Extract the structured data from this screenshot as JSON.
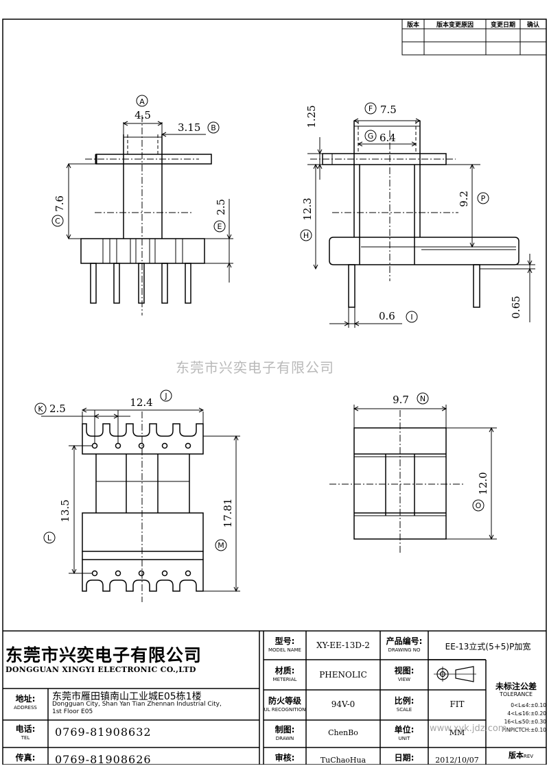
{
  "revision_table": {
    "headers": [
      "版本",
      "版本变更原因",
      "变更日期",
      "确认"
    ]
  },
  "dimensions": {
    "a_value": "4.5",
    "a_marker": "A",
    "b_value": "3.15",
    "b_marker": "B",
    "c_value": "7.6",
    "c_marker": "C",
    "e_value": "2.5",
    "e_marker": "E",
    "f_value": "7.5",
    "f_marker": "F",
    "g_value": "6.4",
    "g_marker": "G",
    "top_value": "1.25",
    "h_value": "12.3",
    "h_marker": "H",
    "p_value": "9.2",
    "p_marker": "P",
    "i_value": "0.6",
    "i_marker": "I",
    "side_pin_value": "0.65",
    "k_value": "2.5",
    "k_marker": "K",
    "j_value": "12.4",
    "j_marker": "J",
    "l_value": "13.5",
    "l_marker": "L",
    "m_value": "17.81",
    "m_marker": "M",
    "n_value": "9.7",
    "n_marker": "N",
    "o_value": "12.0",
    "o_marker": "O"
  },
  "watermark": "东莞市兴奕电子有限公司",
  "watermark2": "www.xyk.jdz.com",
  "title_block": {
    "company_name": "东莞市兴奕电子有限公司",
    "company_name_en": "DONGGUAN XINGYI ELECTRONIC CO.,LTD",
    "address_label": "地址:",
    "address_label_en": "ADDRESS",
    "address_cn": "东莞市雁田镇南山工业城E05栋1楼",
    "address_en_line1": "Dongguan City, Shan Yan Tian Zhennan Industrial City,",
    "address_en_line2": "1st Floor E05",
    "tel_label": "电话:",
    "tel_label_en": "TEL",
    "tel": "0769-81908632",
    "fax_label": "传真:",
    "fax": "0769-81908626",
    "model_label": "型号:",
    "model_label_en": "MODEL NAME",
    "model": "XY-EE-13D-2",
    "drawing_no_label": "产品编号:",
    "drawing_no_label_en": "DRAWING NO",
    "drawing_no": "EE-13立式(5+5)P加宽",
    "material_label": "材质:",
    "material_label_en": "METERIAL",
    "material": "PHENOLIC",
    "view_label": "视图:",
    "view_label_en": "VIEW",
    "tolerance_title": "未标注公差",
    "tolerance_title_en": "TOLERANCE",
    "tolerance_lines": [
      "0<L≤4:±0.10",
      "4<L≤16:±0.20",
      "16<L≤50:±0.30",
      "PINPICTCH:±0.10"
    ],
    "ul_label": "防火等级",
    "ul_label_en": "UL RECOGNITION",
    "ul": "94V-0",
    "scale_label": "比例:",
    "scale_label_en": "SCALE",
    "scale": "FIT",
    "drawn_label": "制图:",
    "drawn_label_en": "DRAWN",
    "drawn": "ChenBo",
    "unit_label": "单位:",
    "unit_label_en": "UNIT",
    "unit": "MM",
    "check_label": "审核:",
    "check": "TuChaoHua",
    "date_label": "日期:",
    "date": "2012/10/07",
    "rev_label": "版本",
    "rev_label_en": "REV"
  }
}
